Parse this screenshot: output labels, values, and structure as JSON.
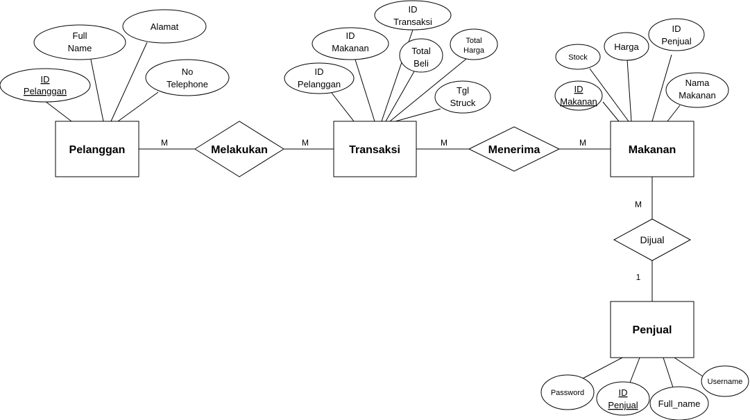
{
  "entities": {
    "pelanggan": "Pelanggan",
    "transaksi": "Transaksi",
    "makanan": "Makanan",
    "penjual": "Penjual"
  },
  "relationships": {
    "melakukan": "Melakukan",
    "menerima": "Menerima",
    "dijual": "Dijual"
  },
  "cardinalities": {
    "pelanggan_melakukan": "M",
    "melakukan_transaksi": "M",
    "transaksi_menerima": "M",
    "menerima_makanan": "M",
    "makanan_dijual": "M",
    "dijual_penjual": "1"
  },
  "attributes": {
    "pelanggan": {
      "id_pelanggan": [
        "ID",
        "Pelanggan"
      ],
      "full_name": [
        "Full",
        "Name"
      ],
      "alamat": [
        "Alamat"
      ],
      "no_telephone": [
        "No",
        "Telephone"
      ]
    },
    "transaksi": {
      "id_pelanggan": [
        "ID",
        "Pelanggan"
      ],
      "id_makanan": [
        "ID",
        "Makanan"
      ],
      "id_transaksi": [
        "ID",
        "Transaksi"
      ],
      "total_beli": [
        "Total",
        "Beli"
      ],
      "total_harga": [
        "Total",
        "Harga"
      ],
      "tgl_struck": [
        "Tgl",
        "Struck"
      ]
    },
    "makanan": {
      "stock": [
        "Stock"
      ],
      "harga": [
        "Harga"
      ],
      "id_penjual": [
        "ID",
        "Penjual"
      ],
      "id_makanan": [
        "ID",
        "Makanan"
      ],
      "nama_makanan": [
        "Nama",
        "Makanan"
      ]
    },
    "penjual": {
      "password": [
        "Password"
      ],
      "id_penjual": [
        "ID",
        "Penjual"
      ],
      "full_name": [
        "Full_name"
      ],
      "username": [
        "Username"
      ]
    }
  }
}
